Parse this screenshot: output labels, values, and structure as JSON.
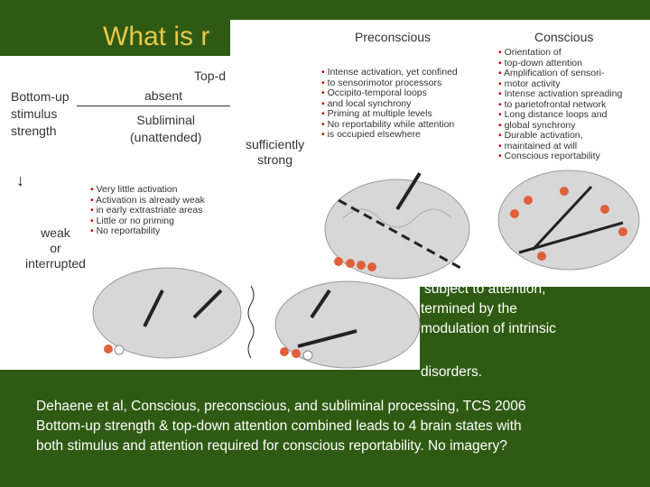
{
  "slide": {
    "title": "What is r",
    "partial_lines": [
      "subject to attention,",
      "termined by the",
      "modulation of intrinsic",
      "disorders."
    ],
    "caption_lines": [
      "Dehaene et al, Conscious, preconscious, and subliminal processing, TCS 2006",
      "Bottom-up strength & top-down attention combined leads to 4 brain states with",
      "both stimulus and attention required for conscious reportability. No imagery?"
    ]
  },
  "figure": {
    "top_down_label": "Top-d",
    "bottom_up_label": [
      "Bottom-up",
      "stimulus",
      "strength"
    ],
    "absent_label": "absent",
    "subliminal_label": [
      "Subliminal",
      "(unattended)"
    ],
    "sufficiently_strong": [
      "sufficiently",
      "strong"
    ],
    "weak_label": [
      "weak",
      "or",
      "interrupted"
    ],
    "subliminal_bullets": [
      "Very little activation",
      "Activation is already weak",
      "in early extrastriate areas",
      "Little or no priming",
      "No reportability"
    ],
    "preconscious_title": "Preconscious",
    "preconscious_bullets": [
      "Intense activation, yet confined",
      "to sensorimotor processors",
      "Occipito-temporal loops",
      "and local synchrony",
      "Priming at multiple levels",
      "No reportability while attention",
      "is occupied elsewhere"
    ],
    "conscious_title": "Conscious",
    "conscious_bullets": [
      "Orientation of",
      "top-down attention",
      "Amplification of sensori-",
      "motor activity",
      "Intense activation spreading",
      "to parietofrontal network",
      "Long distance loops and",
      "global synchrony",
      "Durable activation,",
      "maintained at will",
      "Conscious reportability"
    ]
  },
  "colors": {
    "background": "#2f5a13",
    "title": "#e8c84a",
    "node": "#e0603a"
  }
}
